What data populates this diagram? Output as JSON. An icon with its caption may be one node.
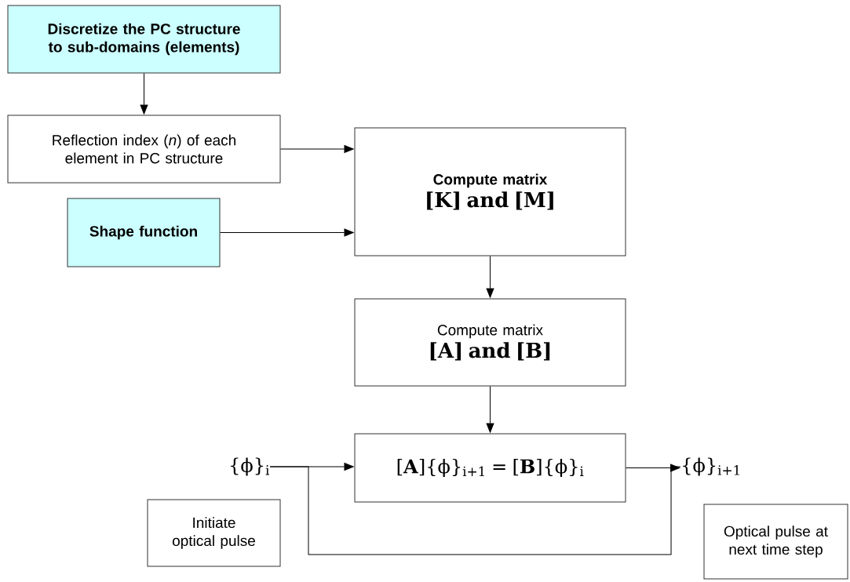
{
  "diagram": {
    "nodes": [
      {
        "text": [
          "Discretize the PC structure to sub-domains (elements)"
        ]
      },
      {
        "text": [
          "Reflection index (*n*) of each element in PC structure"
        ]
      },
      {
        "text": [
          "Compute matrix",
          "[K] and [M]"
        ]
      },
      {
        "text": [
          "Shape function"
        ]
      },
      {
        "text": [
          "Compute matrix",
          "[A] and [B]"
        ]
      },
      {
        "text": [
          "[**A**]{ϕ}$_{i+1}$ = [**B**]{ϕ}$_{i}$"
        ]
      },
      {
        "text": [
          "{ϕ}$_{i}$"
        ]
      },
      {
        "text": [
          "{ϕ}$_{i+1}$"
        ]
      },
      {
        "text": [
          "Initiate optical pulse"
        ]
      },
      {
        "text": [
          "Optical pulse at next time step"
        ]
      }
    ],
    "edges": [
      {
        "from": 0,
        "to": 1,
        "arrow": "to"
      },
      {
        "from": 1,
        "to": 2,
        "arrow": "to"
      },
      {
        "from": 3,
        "to": 2,
        "arrow": "to"
      },
      {
        "from": 2,
        "to": 4,
        "arrow": "to"
      },
      {
        "from": 4,
        "to": 5,
        "arrow": "to"
      },
      {
        "from": 6,
        "to": 5,
        "arrow": "to"
      },
      {
        "from": 5,
        "to": 7,
        "arrow": "to"
      },
      {
        "from": 7,
        "to": 6,
        "arrow": "none"
      }
    ]
  }
}
